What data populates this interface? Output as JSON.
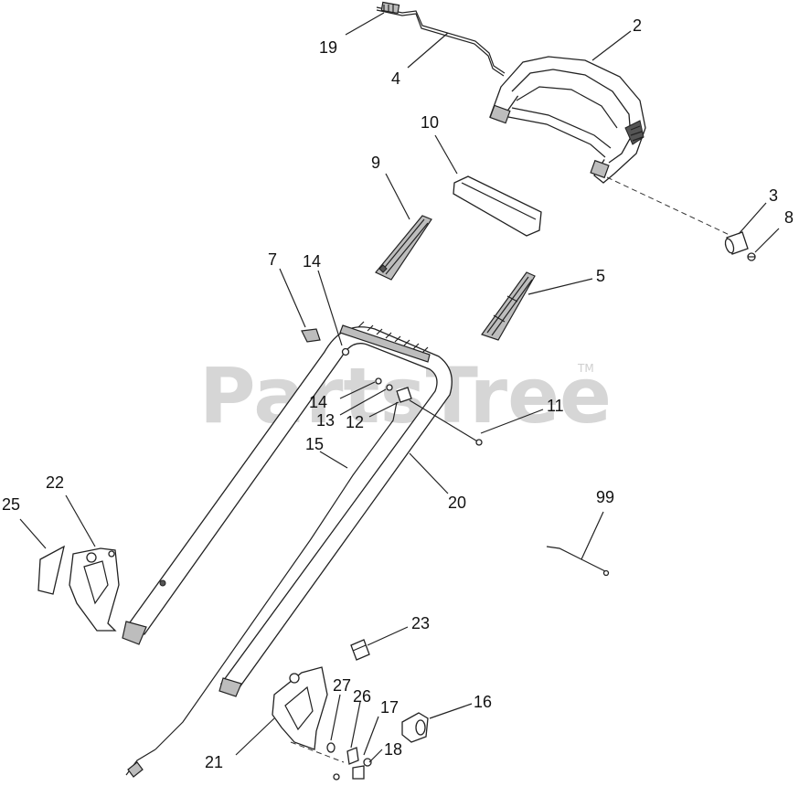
{
  "watermark": {
    "text": "PartsTree",
    "tm": "TM"
  },
  "callouts": [
    {
      "id": "c19",
      "text": "19"
    },
    {
      "id": "c4",
      "text": "4"
    },
    {
      "id": "c2",
      "text": "2"
    },
    {
      "id": "c10",
      "text": "10"
    },
    {
      "id": "c9",
      "text": "9"
    },
    {
      "id": "c3",
      "text": "3"
    },
    {
      "id": "c8",
      "text": "8"
    },
    {
      "id": "c7",
      "text": "7"
    },
    {
      "id": "c14a",
      "text": "14"
    },
    {
      "id": "c5",
      "text": "5"
    },
    {
      "id": "c14b",
      "text": "14"
    },
    {
      "id": "c13",
      "text": "13"
    },
    {
      "id": "c12",
      "text": "12"
    },
    {
      "id": "c11",
      "text": "11"
    },
    {
      "id": "c15",
      "text": "15"
    },
    {
      "id": "c20",
      "text": "20"
    },
    {
      "id": "c22",
      "text": "22"
    },
    {
      "id": "c25",
      "text": "25"
    },
    {
      "id": "c99",
      "text": "99"
    },
    {
      "id": "c23",
      "text": "23"
    },
    {
      "id": "c27",
      "text": "27"
    },
    {
      "id": "c26",
      "text": "26"
    },
    {
      "id": "c17",
      "text": "17"
    },
    {
      "id": "c16",
      "text": "16"
    },
    {
      "id": "c21",
      "text": "21"
    },
    {
      "id": "c18",
      "text": "18"
    }
  ]
}
